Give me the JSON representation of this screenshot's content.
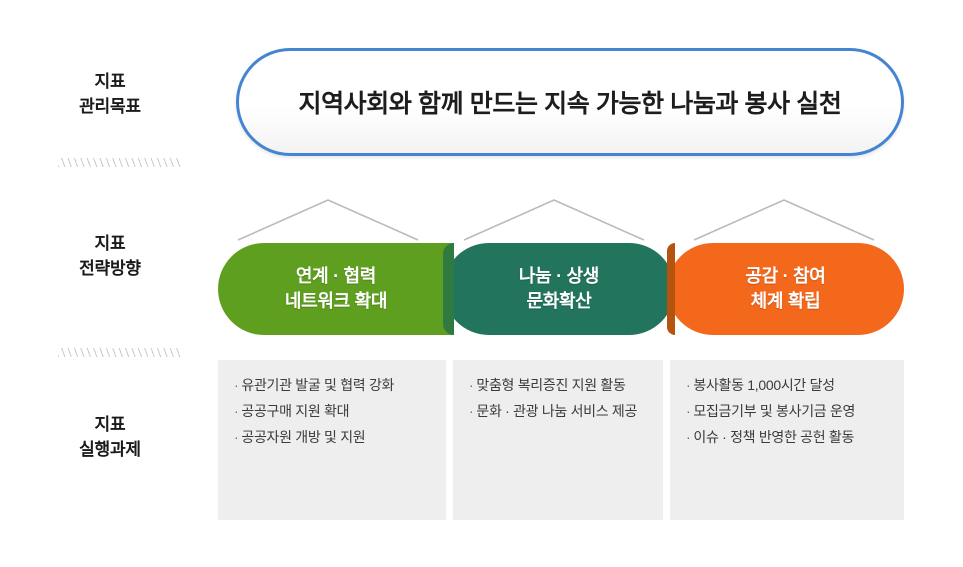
{
  "rows": {
    "goal": {
      "line1": "지표",
      "line2": "관리목표"
    },
    "strategy": {
      "line1": "지표",
      "line2": "전략방향"
    },
    "task": {
      "line1": "지표",
      "line2": "실행과제"
    }
  },
  "goal_statement": "지역사회와 함께 만드는 지속 가능한 나눔과 봉사 실천",
  "strategies": [
    {
      "line1": "연계 · 협력",
      "line2": "네트워크 확대",
      "color": "#5f9f1f"
    },
    {
      "line1": "나눔 · 상생",
      "line2": "문화확산",
      "color": "#22745c"
    },
    {
      "line1": "공감 · 참여",
      "line2": "체계 확립",
      "color": "#f4681c"
    }
  ],
  "tasks": [
    {
      "items": [
        "유관기관 발굴 및 협력 강화",
        "공공구매 지원 확대",
        "공공자원 개방 및 지원"
      ]
    },
    {
      "items": [
        "맞춤형 복리증진 지원 활동",
        "문화 · 관광 나눔 서비스 제공"
      ]
    },
    {
      "items": [
        "봉사활동 1,000시간 달성",
        "모집금기부 및 봉사기금 운영",
        "이슈 · 정책 반영한 공헌 활동"
      ]
    }
  ],
  "bullet": "·",
  "colors": {
    "goal_border": "#4484d2",
    "green": "#5f9f1f",
    "teal": "#22745c",
    "orange": "#f4681c",
    "task_bg": "#eeeeee",
    "chevron": "#bbbbbb"
  }
}
